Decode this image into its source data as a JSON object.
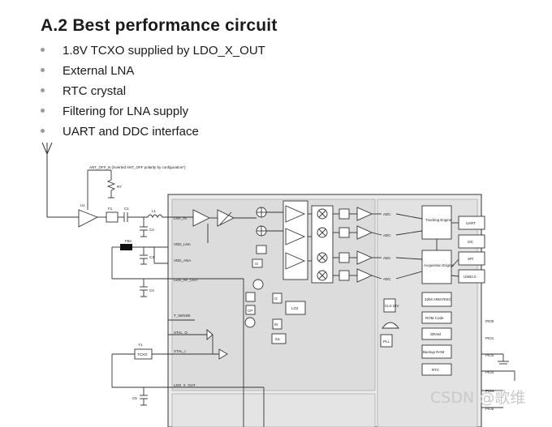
{
  "heading": "A.2 Best performance circuit",
  "bullets": [
    "1.8V TCXO supplied by LDO_X_OUT",
    "External LNA",
    "RTC crystal",
    "Filtering for LNA supply",
    "UART and DDC interface"
  ],
  "schematic": {
    "ant_off_label": "ANT_OFF_N (inverted ANT_OFF polarity by configuration*)",
    "components": {
      "r7": "R7",
      "u1": "U1",
      "f1": "F1",
      "c1": "C1",
      "l1": "L1",
      "c2": "C2",
      "fb1": "FB1",
      "c3": "C3",
      "c4": "C4",
      "y1": "Y1",
      "tcxo": "TCXO",
      "c5": "C5"
    },
    "pins": {
      "lna_in": "LNA_IN",
      "vdd_lna": "VDD_LNA",
      "vdd_ana": "VDD_ANA",
      "ldo_rf_out": "LDO_RF_OUT",
      "t_sense": "T_SENSE",
      "xtal_o": "XTAL_O",
      "xtal_i": "XTAL_I",
      "ldo_x_out": "LDO_X_OUT"
    },
    "blocks": {
      "adc1": "ADC",
      "adc2": "ADC",
      "adc3": "ADC",
      "adc4": "ADC",
      "tracking": "Tracking Engine",
      "acquisition": "Acquisition Engine",
      "arm": "32bit ARM RISC",
      "rom": "ROM Code",
      "sram": "SRAM",
      "backup": "Backup RAM",
      "rtc": "RTC",
      "uart": "UART",
      "i2c": "I2C",
      "spi": "SPI",
      "usb": "USB2.0",
      "lo2": "LO2",
      "clk": "CLK DIV",
      "pll": "PLL",
      "div1": "/2",
      "div2": "/2",
      "div3": "/N",
      "cp": "CP",
      "sd": "ΣΔ"
    },
    "pio": [
      "PIO0",
      "PIO1",
      "PIO2",
      "PIO3",
      "PIO4",
      "PIO5"
    ]
  },
  "watermark": "CSDN @歌维"
}
